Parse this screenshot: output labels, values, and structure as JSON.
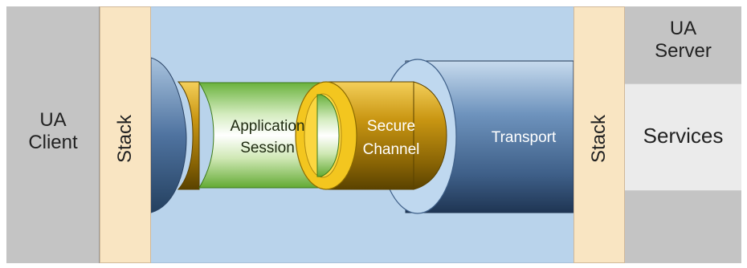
{
  "client": {
    "line1": "UA",
    "line2": "Client"
  },
  "stack_left": "Stack",
  "stack_right": "Stack",
  "server": {
    "line1": "UA",
    "line2": "Server"
  },
  "services": "Services",
  "pipes": {
    "application_session": {
      "line1": "Application",
      "line2": "Session"
    },
    "secure_channel": {
      "line1": "Secure",
      "line2": "Channel"
    },
    "transport": "Transport"
  }
}
